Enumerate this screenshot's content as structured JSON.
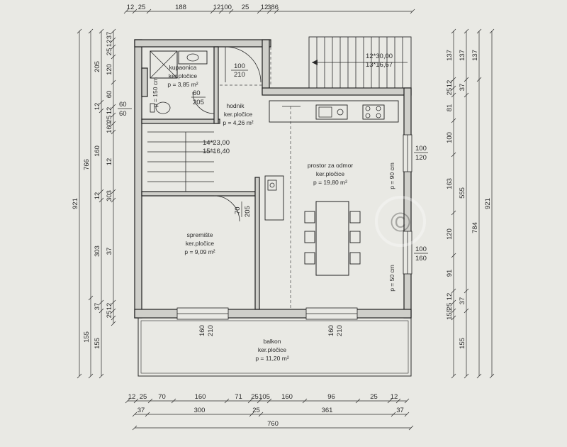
{
  "rooms": {
    "bathroom": {
      "name": "kupaonica",
      "floor": "ker.pločice",
      "area": "p = 3,85 m²"
    },
    "hall": {
      "name": "hodnik",
      "floor": "ker.pločice",
      "area": "p = 4,26 m²"
    },
    "living": {
      "name": "prostor za odmor",
      "floor": "ker.pločice",
      "area": "p = 19,80 m²"
    },
    "storage": {
      "name": "spremište",
      "floor": "ker.pločice",
      "area": "p = 9,09 m²"
    },
    "balcony": {
      "name": "balkon",
      "floor": "ker.pločice",
      "area": "p = 11,20 m²"
    }
  },
  "annotations": {
    "bath_sill": "p = 150 cm",
    "window_sill_upper": "p = 90 cm",
    "window_sill_lower": "p = 50 cm",
    "stair_upper_a": "12*30,00",
    "stair_upper_b": "13*16,67",
    "stair_inner_a": "14*23,00",
    "stair_inner_b": "15*16,40",
    "watermark": "©"
  },
  "openings": {
    "door_top_w": "100",
    "door_top_h": "210",
    "door_bath_w": "60",
    "door_bath_h": "205",
    "win_bath_w": "60",
    "win_bath_h": "60",
    "door_store_w": "70",
    "door_store_h": "205",
    "win_liv1_w": "100",
    "win_liv1_h": "120",
    "win_liv2_w": "100",
    "win_liv2_h": "160",
    "door_bal1_w": "160",
    "door_bal1_h": "210",
    "door_bal2_w": "160",
    "door_bal2_h": "210"
  },
  "dims_top": [
    "12",
    "25",
    "188",
    "12",
    "100",
    "25",
    "12",
    "386"
  ],
  "dims_bottom_1": [
    "12",
    "25",
    "70",
    "160",
    "71",
    "25",
    "105",
    "160",
    "96",
    "25",
    "12"
  ],
  "dims_bottom_2": [
    "37",
    "300",
    "25",
    "361",
    "37"
  ],
  "dims_bottom_3": [
    "760"
  ],
  "dims_left_1": [
    "37",
    "12",
    "25",
    "120",
    "60",
    "12",
    "25",
    "160",
    "12",
    "303",
    "37",
    "12",
    "25"
  ],
  "dims_left_2": [
    "205",
    "12",
    "160",
    "12",
    "303",
    "37",
    "155"
  ],
  "dims_left_3": [
    "766",
    "155"
  ],
  "dims_left_4": [
    "921"
  ],
  "dims_right_1": [
    "137",
    "12",
    "25",
    "81",
    "100",
    "163",
    "120",
    "91",
    "12",
    "25",
    "155"
  ],
  "dims_right_2": [
    "137",
    "37",
    "555",
    "37",
    "155"
  ],
  "dims_right_3": [
    "137",
    "784"
  ],
  "dims_right_4": [
    "921"
  ]
}
